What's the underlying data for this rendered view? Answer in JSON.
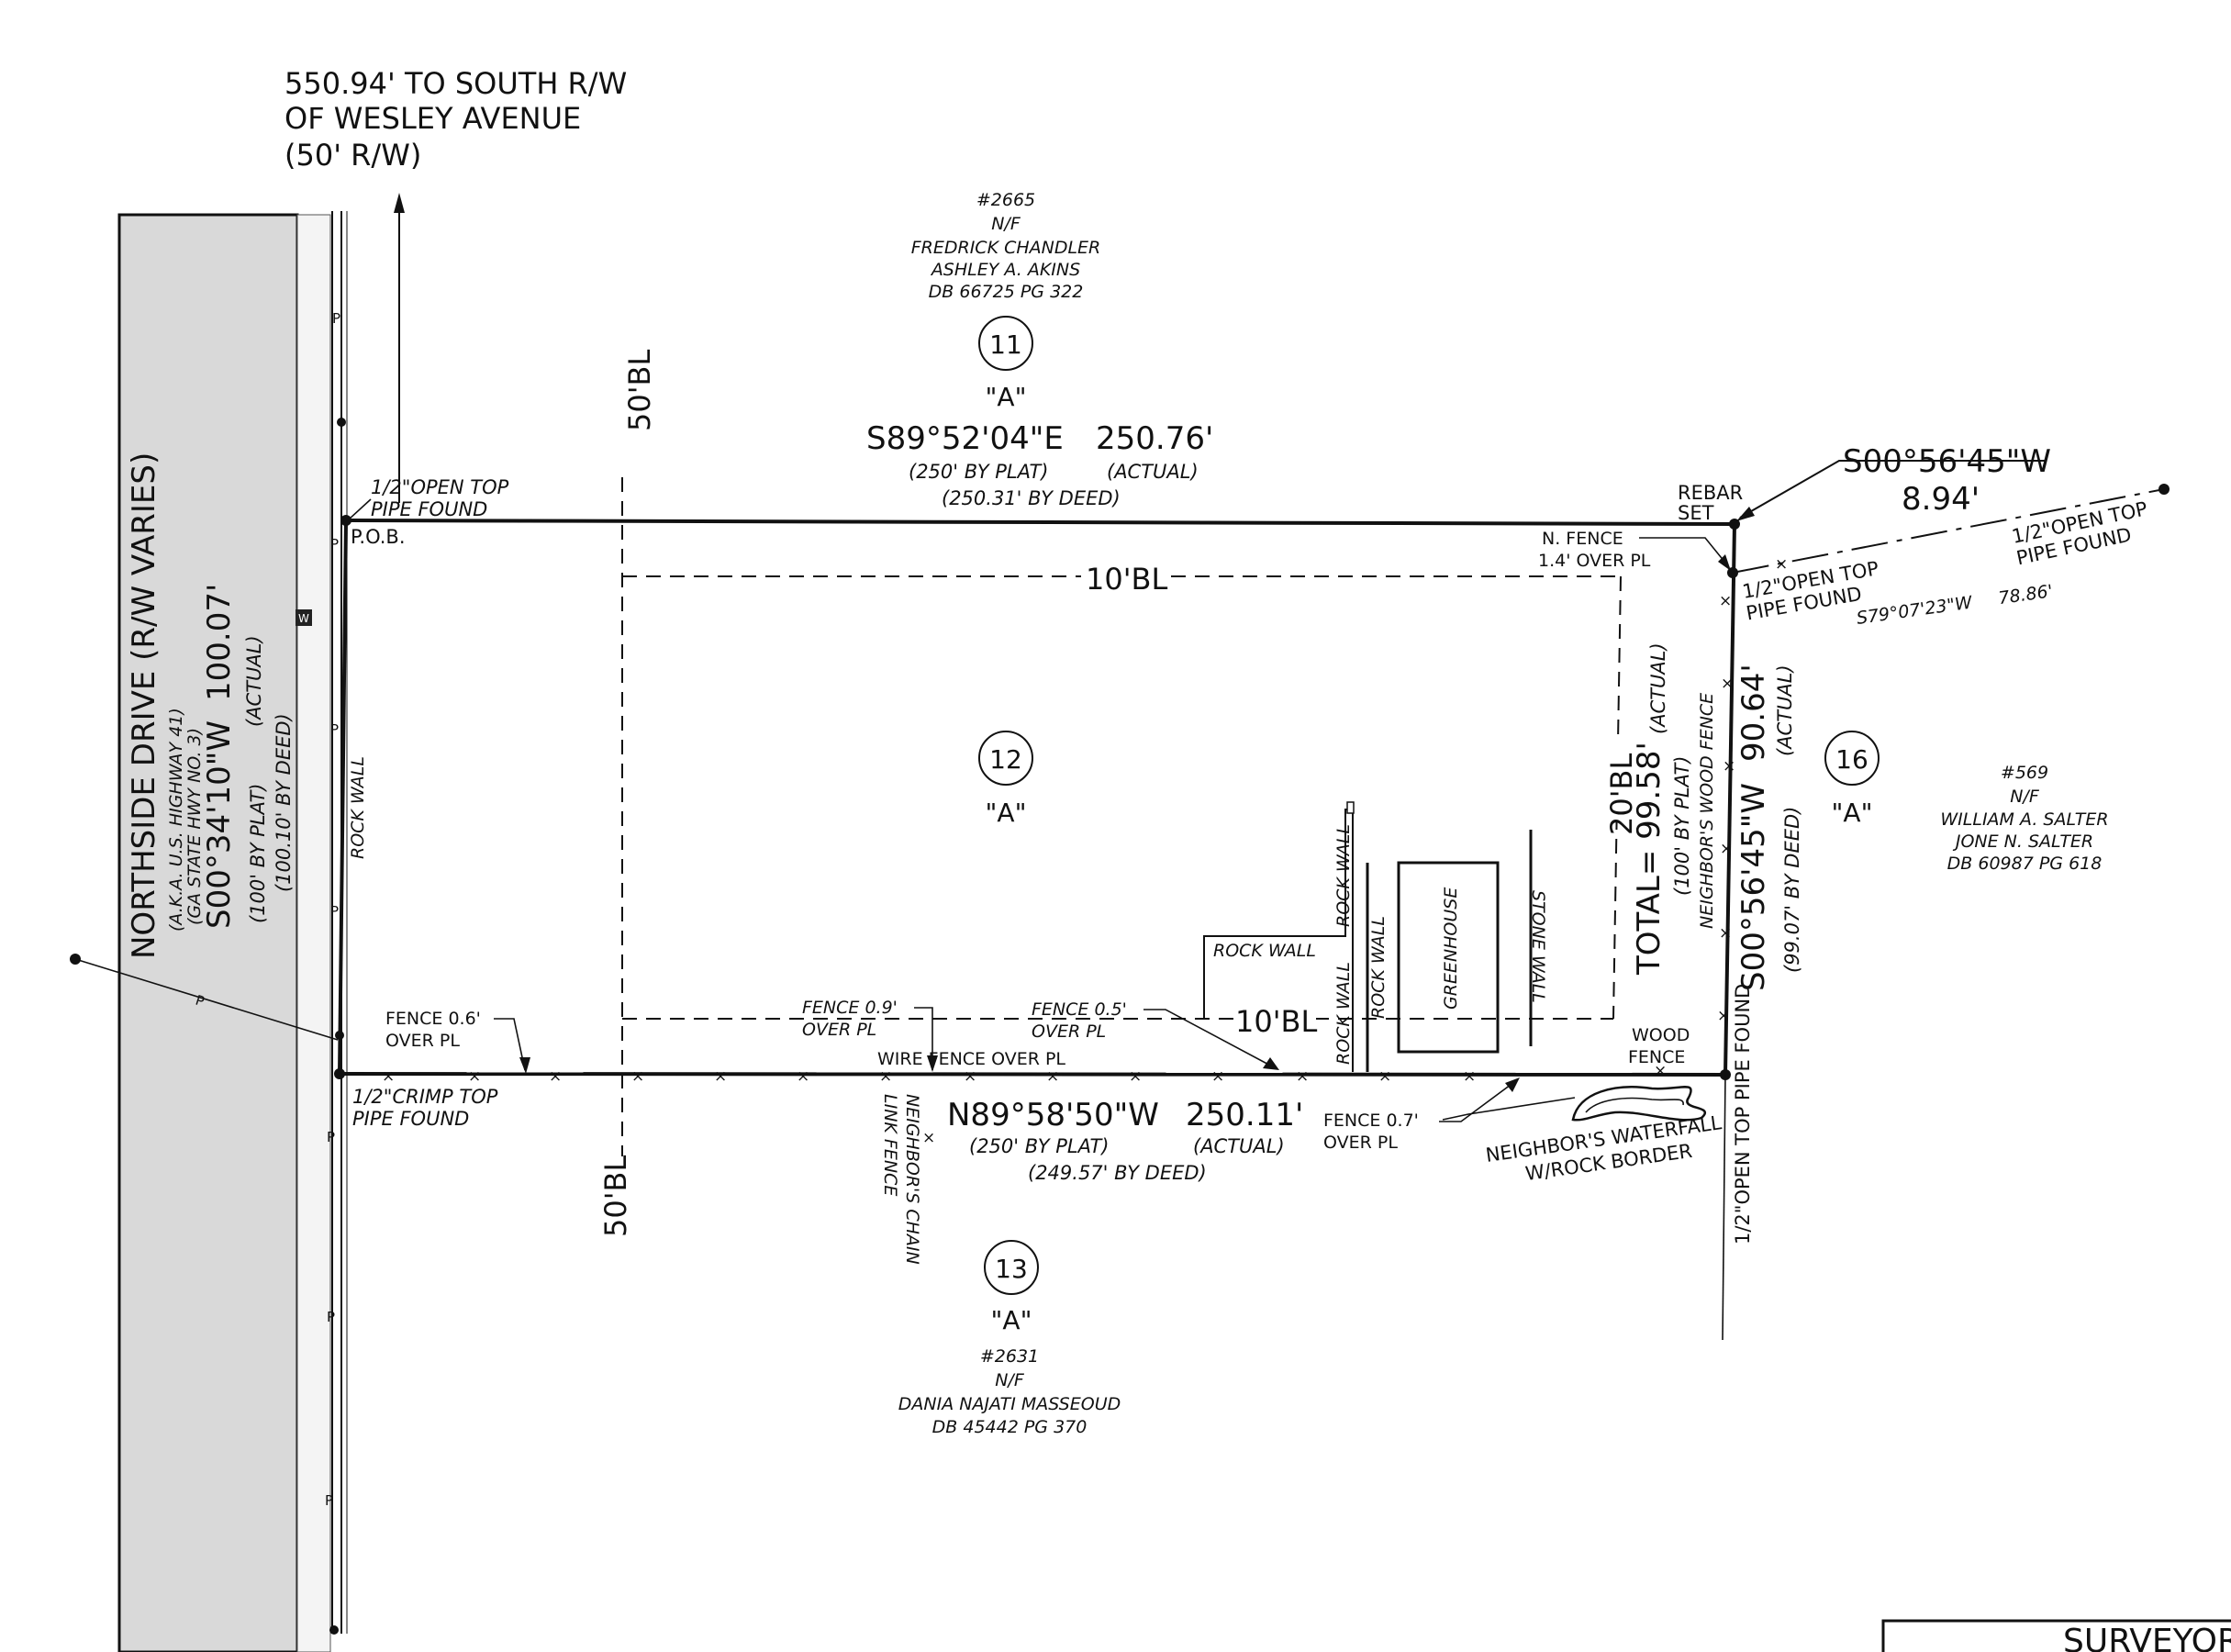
{
  "road": {
    "ref_line1": "550.94' TO SOUTH R/W",
    "ref_line2": "OF WESLEY AVENUE",
    "ref_line3": "(50' R/W)",
    "name": "NORTHSIDE DRIVE (R/W VARIES)",
    "aka1": "(A.K.A. U.S. HIGHWAY 41)",
    "aka2": "(GA STATE HWY NO. 3)",
    "utility_marker": "P",
    "water_marker": "W"
  },
  "lots": {
    "north": {
      "account": "#2665",
      "nf": "N/F",
      "owner1": "FREDRICK CHANDLER",
      "owner2": "ASHLEY A. AKINS",
      "deed": "DB 66725 PG 322",
      "number": "11",
      "zone": "\"A\""
    },
    "subject": {
      "number": "12",
      "zone": "\"A\""
    },
    "south": {
      "number": "13",
      "zone": "\"A\"",
      "account": "#2631",
      "nf": "N/F",
      "owner1": "DANIA NAJATI MASSEOUD",
      "deed": "DB 45442 PG 370"
    },
    "east": {
      "number": "16",
      "zone": "\"A\"",
      "account": "#569",
      "nf": "N/F",
      "owner1": "WILLIAM A. SALTER",
      "owner2": "JONE N. SALTER",
      "deed": "DB 60987 PG 618"
    }
  },
  "bounds": {
    "north": {
      "bearing": "S89°52'04\"E",
      "distance": "250.76'",
      "plat": "(250' BY PLAT)",
      "actual": "(ACTUAL)",
      "deed": "(250.31' BY DEED)"
    },
    "south": {
      "bearing": "N89°58'50\"W",
      "distance": "250.11'",
      "plat": "(250' BY PLAT)",
      "actual": "(ACTUAL)",
      "deed": "(249.57' BY DEED)"
    },
    "west": {
      "bearing": "S00°34'10\"W",
      "distance": "100.07'",
      "plat": "(100' BY PLAT)",
      "actual": "(ACTUAL)",
      "deed": "(100.10' BY DEED)"
    },
    "east": {
      "bearing": "S00°56'45\"W",
      "distance": "90.64'",
      "actual": "(ACTUAL)",
      "deed": "(99.07' BY DEED)",
      "total": "TOTAL= 99.58'",
      "total_actual": "(ACTUAL)",
      "total_plat": "(100' BY PLAT)"
    },
    "east_short": {
      "bearing": "S00°56'45\"W",
      "distance": "8.94'"
    },
    "tie": {
      "bearing": "S79°07'23\"W",
      "distance": "78.86'"
    }
  },
  "setbacks": {
    "front": "50'BL",
    "side": "10'BL",
    "rear": "20'BL"
  },
  "monuments": {
    "pob_pipe1": "1/2\"OPEN TOP",
    "pob_pipe2": "PIPE FOUND",
    "pob": "P.O.B.",
    "rebar1": "REBAR",
    "rebar2": "SET",
    "ne_pipe1": "1/2\"OPEN TOP",
    "ne_pipe2": "PIPE FOUND",
    "far_pipe1": "1/2\"OPEN TOP",
    "far_pipe2": "PIPE FOUND",
    "sw_pipe1": "1/2\"CRIMP TOP",
    "sw_pipe2": "PIPE FOUND",
    "se_pipe": "1/2\"OPEN TOP PIPE FOUND"
  },
  "features": {
    "rock_wall": "ROCK WALL",
    "stone_wall": "STONE WALL",
    "greenhouse": "GREENHOUSE",
    "n_fence1": "N. FENCE",
    "n_fence2": "1.4' OVER PL",
    "nb_wood_fence": "NEIGHBOR'S WOOD FENCE",
    "fence_06_1": "FENCE 0.6'",
    "fence_06_2": "OVER PL",
    "fence_09_1": "FENCE 0.9'",
    "fence_09_2": "OVER PL",
    "fence_05_1": "FENCE 0.5'",
    "fence_05_2": "OVER PL",
    "wire_fence": "WIRE FENCE OVER PL",
    "fence_07_1": "FENCE 0.7'",
    "fence_07_2": "OVER PL",
    "wood_fence1": "WOOD",
    "wood_fence2": "FENCE",
    "chain_link1": "NEIGHBOR'S CHAIN",
    "chain_link2": "LINK FENCE",
    "waterfall1": "NEIGHBOR'S WATERFALL",
    "waterfall2": "W/ROCK BORDER"
  },
  "title_block": {
    "label": "SURVEYOR"
  }
}
